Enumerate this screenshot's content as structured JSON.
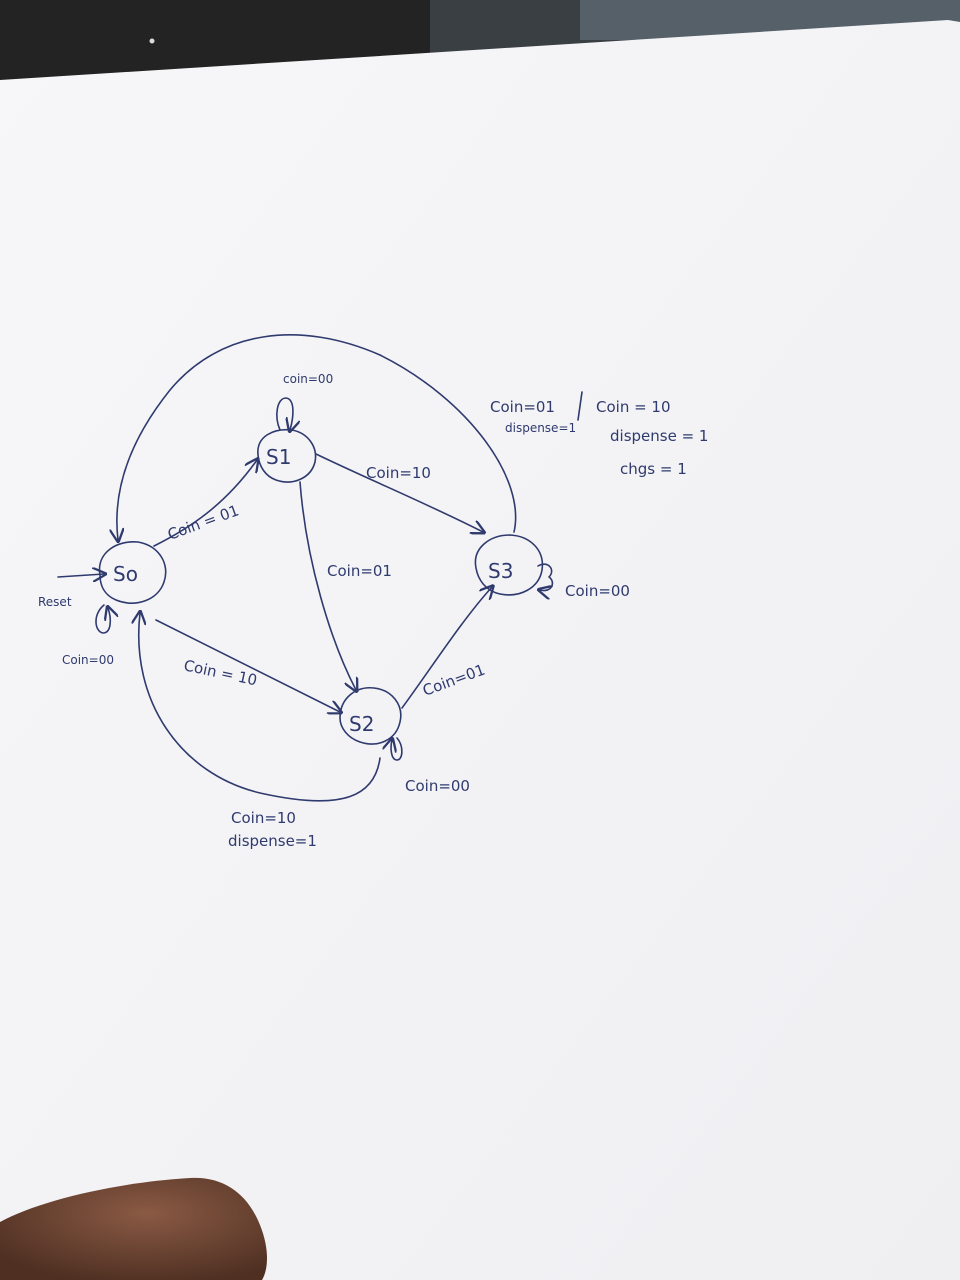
{
  "states": {
    "s0": "So",
    "s1": "S1",
    "s2": "S2",
    "s3": "S3"
  },
  "reset_label": "Reset",
  "edges": {
    "s0_self": "Coin=00",
    "s1_self": "coin=00",
    "s2_self": "Coin=00",
    "s3_self": "Coin=00",
    "s0_s1": "Coin = 01",
    "s0_s2": "Coin = 10",
    "s1_s2": "Coin=01",
    "s1_s3": "Coin=10",
    "s2_s3": "Coin=01",
    "s2_s0_line1": "Coin=10",
    "s2_s0_line2": "dispense=1",
    "s3_s0_a_line1": "Coin=01",
    "s3_s0_a_line2": "dispense=1",
    "s3_s0_b_line1": "Coin = 10",
    "s3_s0_b_line2": "dispense = 1",
    "s3_s0_b_line3": "chgs = 1"
  },
  "colors": {
    "ink": "#2f3a6e",
    "paper": "#f5f5f7",
    "background_top": "#2a2a2a",
    "hand": "#6b4434"
  }
}
